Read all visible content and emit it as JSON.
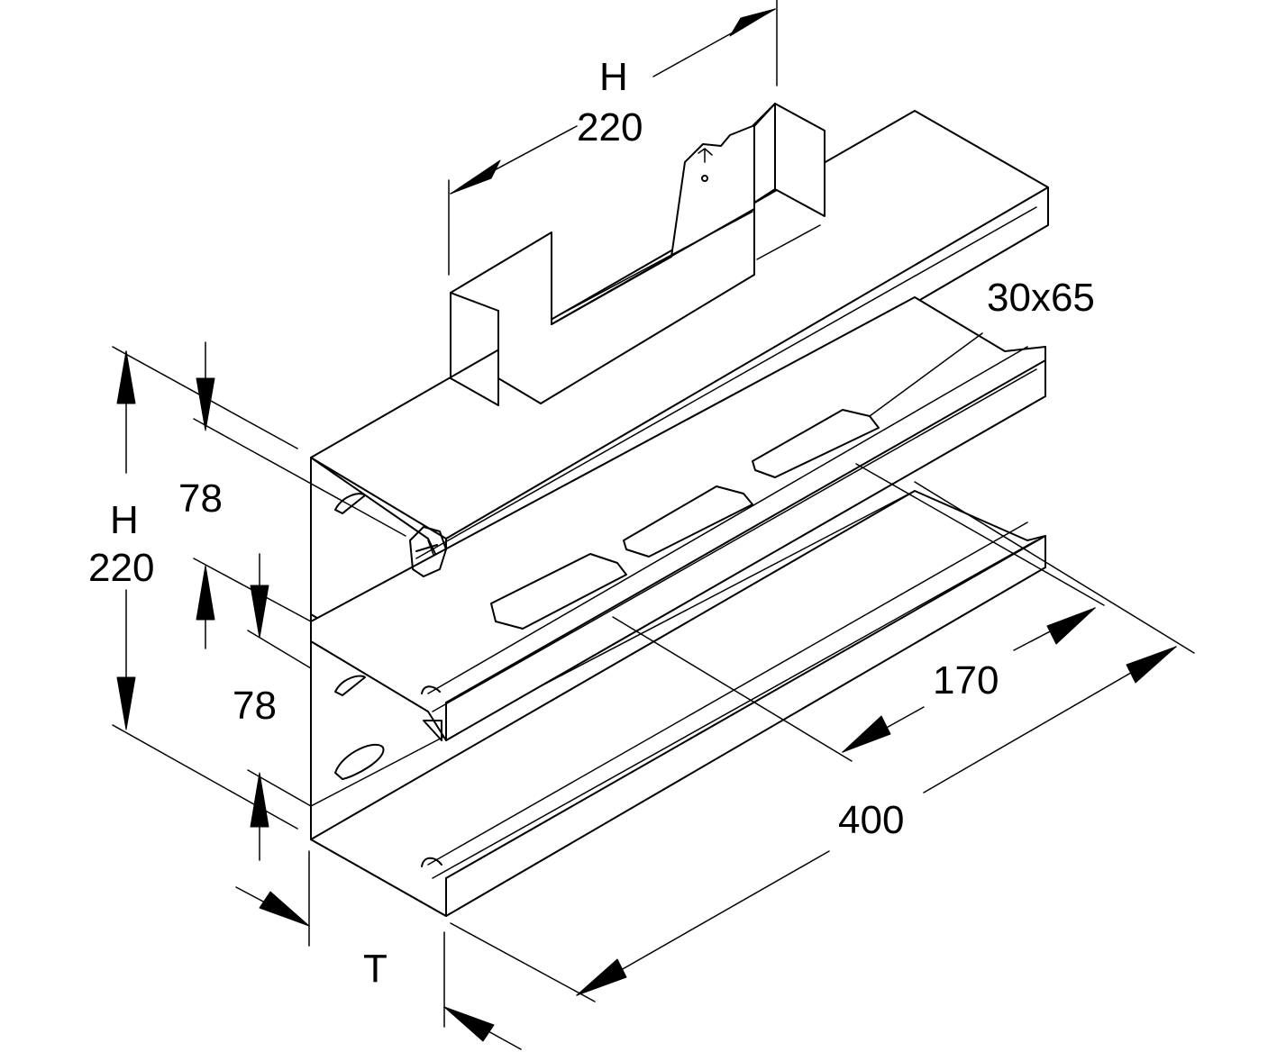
{
  "labels": {
    "top_height_symbol": "H",
    "top_height_value": "220",
    "left_height_symbol": "H",
    "left_height_value": "220",
    "upper_compartment": "78",
    "lower_compartment": "78",
    "slot_size": "30x65",
    "slot_spacing": "170",
    "length": "400",
    "depth_symbol": "T"
  },
  "colors": {
    "stroke": "#000000",
    "background": "#ffffff"
  }
}
